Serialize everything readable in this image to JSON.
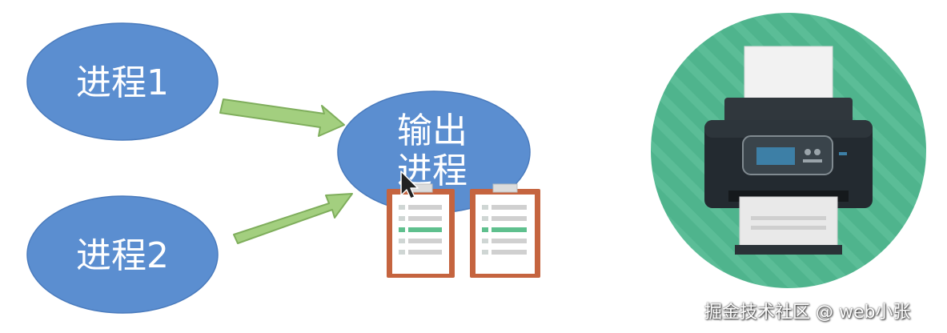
{
  "diagram": {
    "nodes": [
      {
        "id": "process-1",
        "label": "进程1"
      },
      {
        "id": "process-2",
        "label": "进程2"
      },
      {
        "id": "output-process",
        "label_line1": "输出",
        "label_line2": "进程"
      }
    ],
    "edges": [
      {
        "from": "process-1",
        "to": "output-process"
      },
      {
        "from": "process-2",
        "to": "output-process"
      }
    ],
    "documents": [
      "clipboard-document",
      "clipboard-document"
    ],
    "printer_icon": "printer-icon"
  },
  "colors": {
    "node_fill": "#5b8ed0",
    "arrow_fill": "#a3cf7f",
    "clipboard_border": "#c5643f",
    "printer_bg": "#4fb48d"
  },
  "watermark": "掘金技术社区 @ web小张"
}
